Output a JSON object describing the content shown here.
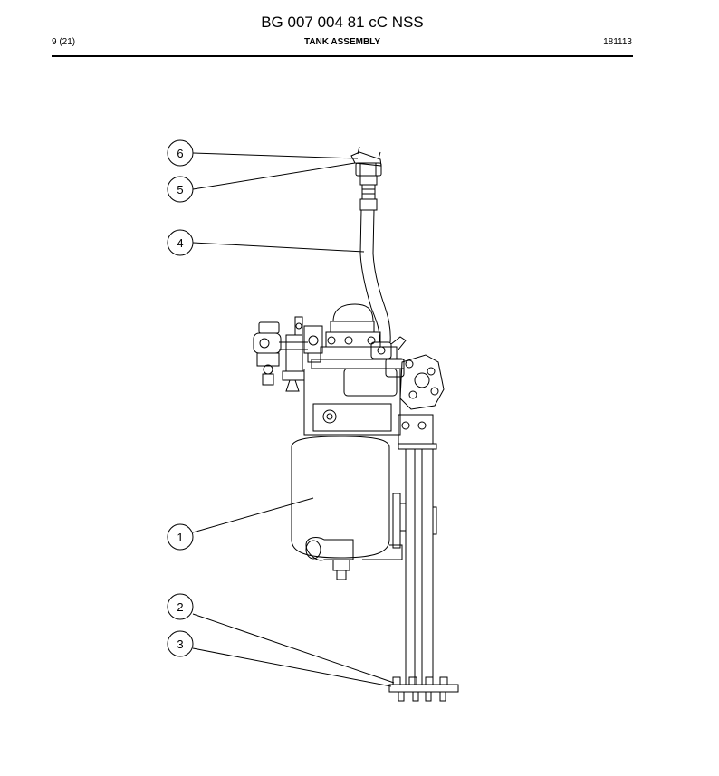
{
  "header": {
    "doc_number": "BG 007 004 81 cC NSS",
    "page": "9 (21)",
    "section": "TANK ASSEMBLY",
    "code": "181113"
  },
  "callouts": [
    "1",
    "2",
    "3",
    "4",
    "5",
    "6"
  ]
}
